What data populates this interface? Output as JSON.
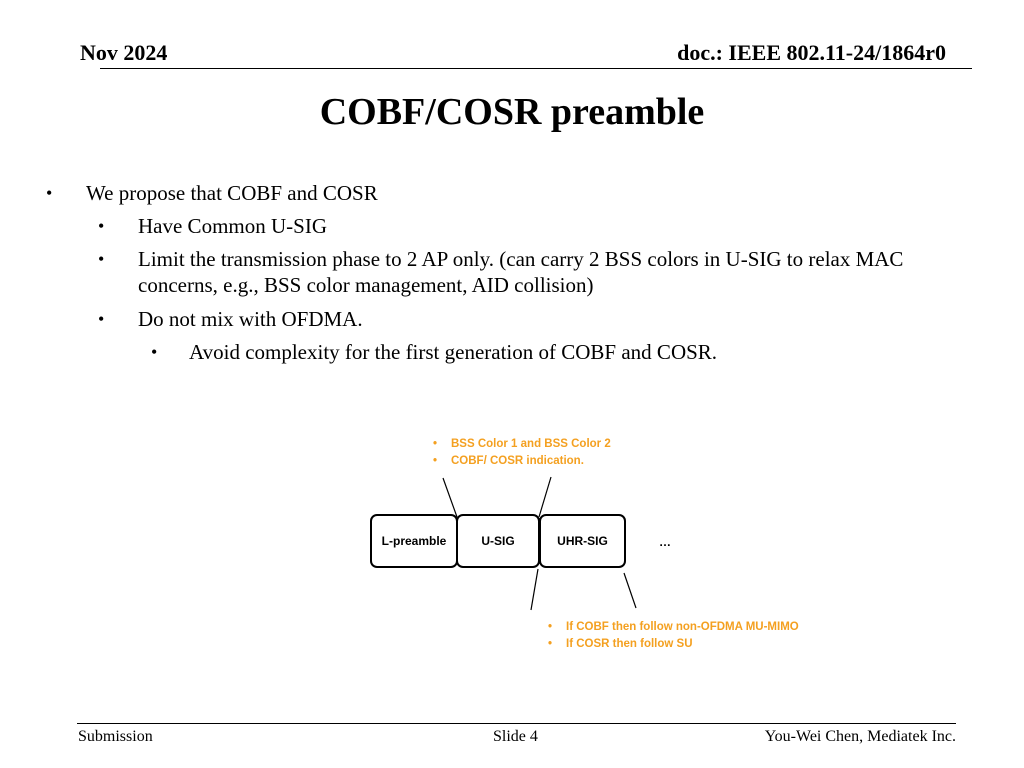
{
  "header": {
    "date": "Nov 2024",
    "doc": "doc.: IEEE 802.11-24/1864r0"
  },
  "title": "COBF/COSR preamble",
  "bullets": {
    "main": "We propose that COBF and COSR",
    "sub1": "Have Common U-SIG",
    "sub2_line1": "Limit the transmission phase to 2 AP only. (can carry 2 BSS colors in U-SIG to relax MAC",
    "sub2_line2": "concerns, e.g., BSS color management, AID collision)",
    "sub3": "Do not mix with OFDMA.",
    "sub3_sub1": "Avoid complexity for the first generation of COBF and COSR."
  },
  "diagram": {
    "top_notes": [
      "BSS Color 1 and BSS Color 2",
      "COBF/ COSR indication."
    ],
    "fields": [
      "L-preamble",
      "U-SIG",
      "UHR-SIG"
    ],
    "ellipsis": "…",
    "bottom_notes": [
      "If COBF then follow non-OFDMA MU-MIMO",
      "If COSR then follow SU"
    ],
    "note_color": "#f4a020"
  },
  "footer": {
    "left": "Submission",
    "center": "Slide 4",
    "right": "You-Wei Chen, Mediatek Inc."
  }
}
